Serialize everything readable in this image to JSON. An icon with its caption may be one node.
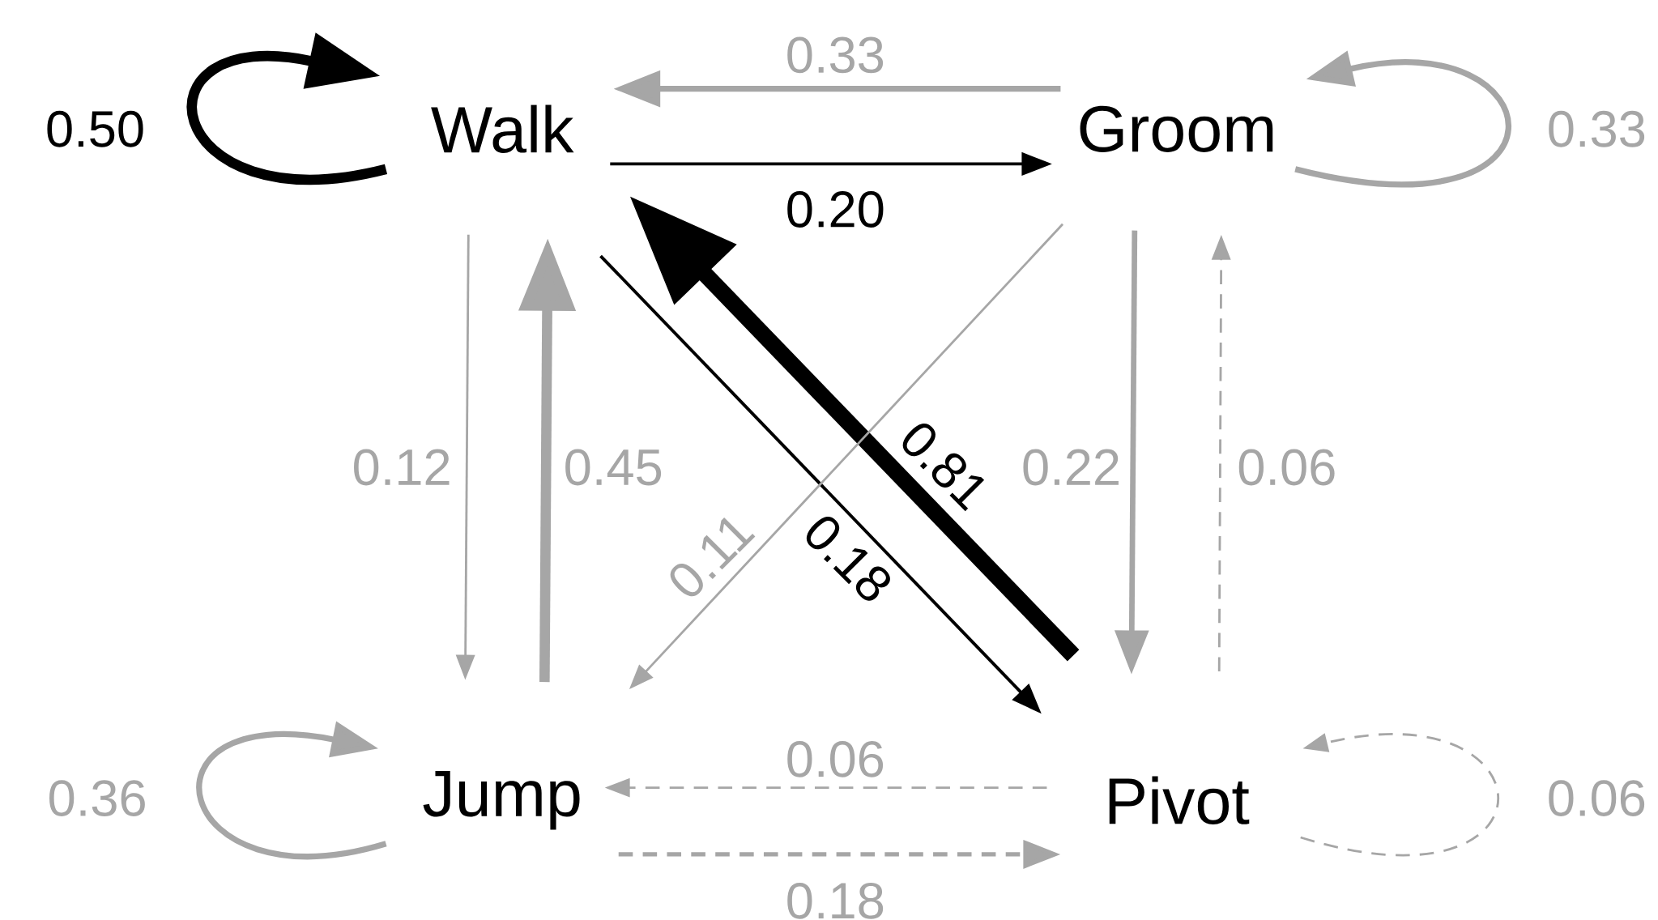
{
  "diagram": {
    "nodes": [
      {
        "text": [
          "Walk"
        ]
      },
      {
        "text": [
          "Groom"
        ]
      },
      {
        "text": [
          "Jump"
        ]
      },
      {
        "text": [
          "Pivot"
        ]
      }
    ],
    "edges": [
      {
        "from": 0,
        "to": 0,
        "arrow": "to",
        "label": "0.50",
        "style": "thick",
        "color": "#000000"
      },
      {
        "from": 1,
        "to": 0,
        "arrow": "to",
        "label": "0.33"
      },
      {
        "from": 0,
        "to": 1,
        "arrow": "to",
        "label": "0.20",
        "color": "#000000"
      },
      {
        "from": 1,
        "to": 1,
        "arrow": "to",
        "label": "0.33"
      },
      {
        "from": 0,
        "to": 2,
        "arrow": "to",
        "label": "0.12"
      },
      {
        "from": 2,
        "to": 0,
        "arrow": "to",
        "label": "0.45",
        "style": "thick"
      },
      {
        "from": 3,
        "to": 0,
        "arrow": "to",
        "label": "0.81",
        "style": "thick",
        "color": "#000000"
      },
      {
        "from": 0,
        "to": 3,
        "arrow": "to",
        "label": "0.18",
        "color": "#000000"
      },
      {
        "from": 1,
        "to": 2,
        "arrow": "to",
        "label": "0.11"
      },
      {
        "from": 1,
        "to": 3,
        "arrow": "to",
        "label": "0.22"
      },
      {
        "from": 3,
        "to": 1,
        "arrow": "to",
        "label": "0.06",
        "style": "dashed"
      },
      {
        "from": 2,
        "to": 2,
        "arrow": "to",
        "label": "0.36"
      },
      {
        "from": 3,
        "to": 2,
        "arrow": "to",
        "label": "0.06",
        "style": "dashed"
      },
      {
        "from": 2,
        "to": 3,
        "arrow": "to",
        "label": "0.18",
        "style": "dashed"
      },
      {
        "from": 3,
        "to": 3,
        "arrow": "to",
        "label": "0.06",
        "style": "dashed"
      }
    ]
  }
}
